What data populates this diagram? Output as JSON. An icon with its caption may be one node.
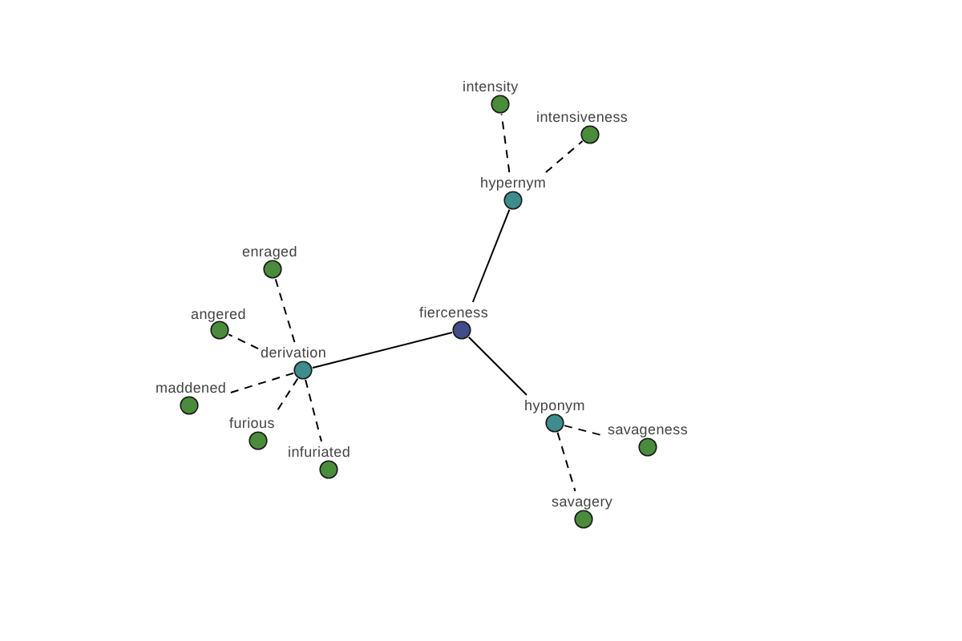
{
  "diagram": {
    "nodes": [
      {
        "text": [
          "intensity"
        ]
      },
      {
        "text": [
          "intensiveness"
        ]
      },
      {
        "text": [
          "hypernym"
        ]
      },
      {
        "text": [
          "enraged"
        ]
      },
      {
        "text": [
          "fierceness"
        ]
      },
      {
        "text": [
          "angered"
        ]
      },
      {
        "text": [
          "derivation"
        ]
      },
      {
        "text": [
          "maddened"
        ]
      },
      {
        "text": [
          "hyponym"
        ]
      },
      {
        "text": [
          "furious"
        ]
      },
      {
        "text": [
          "savageness"
        ]
      },
      {
        "text": [
          "infuriated"
        ]
      },
      {
        "text": [
          "savagery"
        ]
      }
    ],
    "edges": [
      {
        "from": 4,
        "to": 2,
        "arrow": "none"
      },
      {
        "from": 4,
        "to": 6,
        "arrow": "none"
      },
      {
        "from": 4,
        "to": 8,
        "arrow": "none"
      },
      {
        "from": 2,
        "to": 0,
        "arrow": "none",
        "style": "dashed"
      },
      {
        "from": 2,
        "to": 1,
        "arrow": "none",
        "style": "dashed"
      },
      {
        "from": 6,
        "to": 3,
        "arrow": "none",
        "style": "dashed"
      },
      {
        "from": 6,
        "to": 5,
        "arrow": "none",
        "style": "dashed"
      },
      {
        "from": 6,
        "to": 7,
        "arrow": "none",
        "style": "dashed"
      },
      {
        "from": 6,
        "to": 9,
        "arrow": "none",
        "style": "dashed"
      },
      {
        "from": 6,
        "to": 11,
        "arrow": "none",
        "style": "dashed"
      },
      {
        "from": 8,
        "to": 10,
        "arrow": "none",
        "style": "dashed"
      },
      {
        "from": 8,
        "to": 12,
        "arrow": "none",
        "style": "dashed"
      }
    ]
  }
}
